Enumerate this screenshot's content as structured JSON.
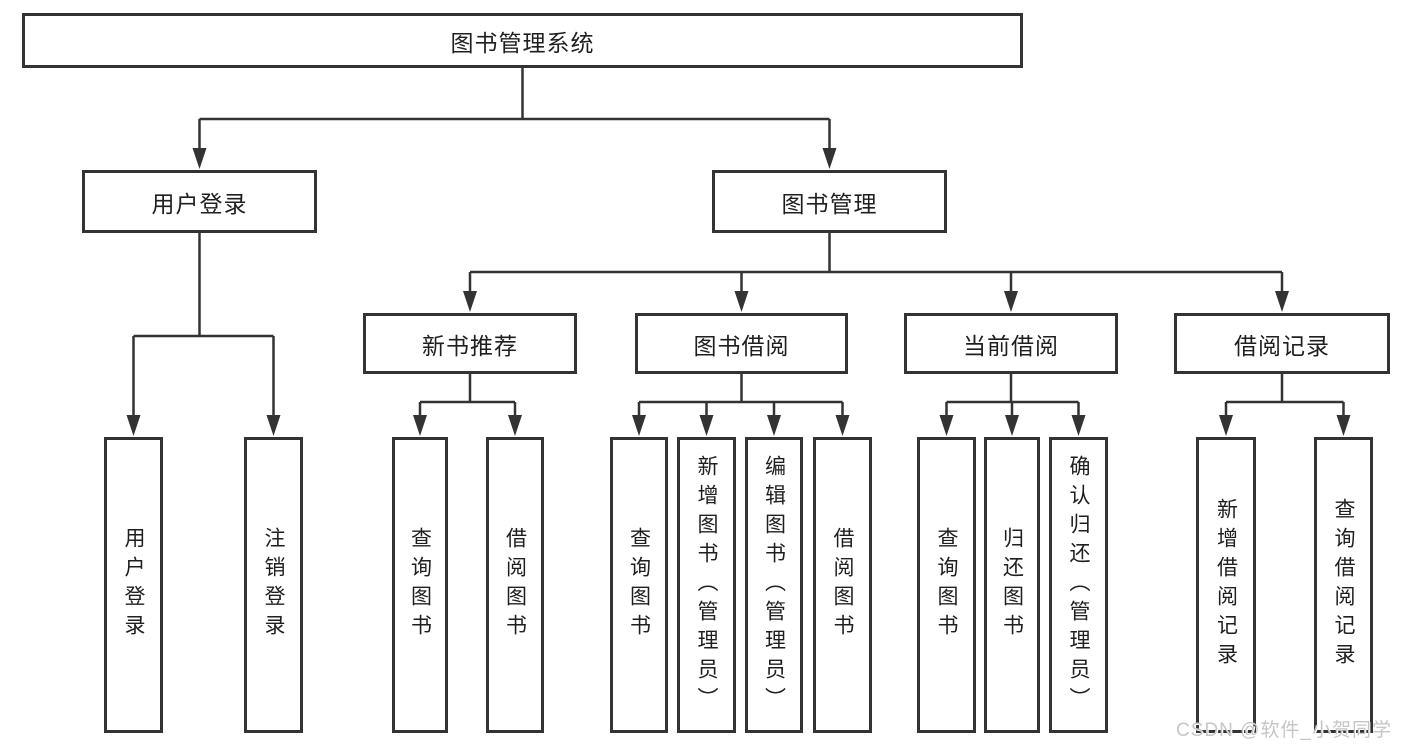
{
  "diagram_title": "图书管理系统",
  "tree": {
    "label": "图书管理系统",
    "children": [
      {
        "label": "用户登录",
        "children": [
          {
            "label": "用户登录"
          },
          {
            "label": "注销登录"
          }
        ]
      },
      {
        "label": "图书管理",
        "children": [
          {
            "label": "新书推荐",
            "children": [
              {
                "label": "查询图书"
              },
              {
                "label": "借阅图书"
              }
            ]
          },
          {
            "label": "图书借阅",
            "children": [
              {
                "label": "查询图书"
              },
              {
                "label": "新增图书（管理员）"
              },
              {
                "label": "编辑图书（管理员）"
              },
              {
                "label": "借阅图书"
              }
            ]
          },
          {
            "label": "当前借阅",
            "children": [
              {
                "label": "查询图书"
              },
              {
                "label": "归还图书"
              },
              {
                "label": "确认归还（管理员）"
              }
            ]
          },
          {
            "label": "借阅记录",
            "children": [
              {
                "label": "新增借阅记录"
              },
              {
                "label": "查询借阅记录"
              }
            ]
          }
        ]
      }
    ]
  },
  "watermark": {
    "text": "CSDN @软件_小贺同学"
  },
  "colors": {
    "line": "#333333",
    "box_border": "#333333",
    "box_background": "#ffffff",
    "text": "#1f1f1f",
    "watermark": "#c6c6c6"
  }
}
